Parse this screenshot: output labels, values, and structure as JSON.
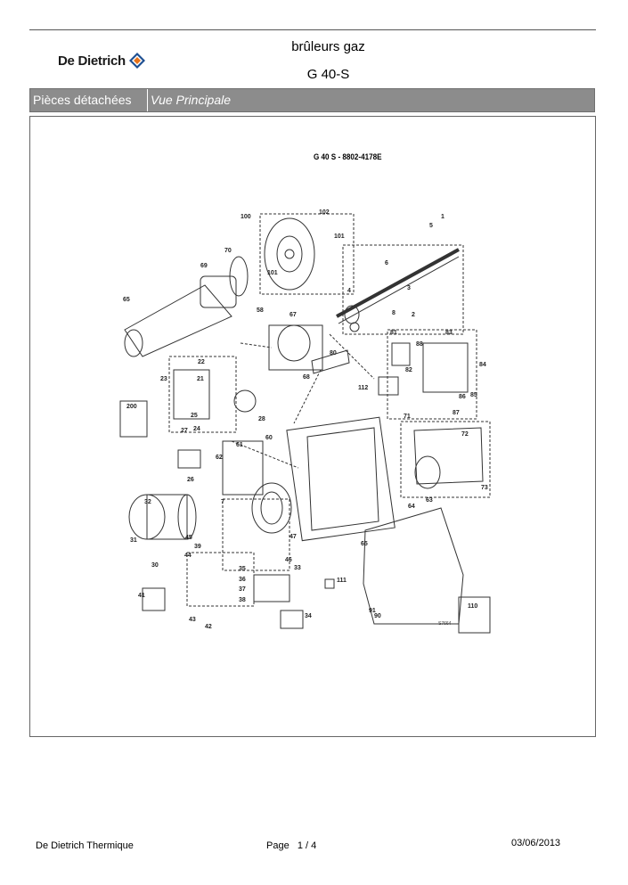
{
  "header": {
    "brand": "De Dietrich",
    "title": "brûleurs gaz",
    "subtitle": "G 40-S"
  },
  "section_bar": {
    "category": "Pièces détachées",
    "view": "Vue Principale"
  },
  "drawing": {
    "title": "G 40 S - 8802-4178E",
    "code": "S7664",
    "part_labels": [
      "100",
      "102",
      "101",
      "70",
      "69",
      "65",
      "101",
      "58",
      "67",
      "80",
      "68",
      "81",
      "83",
      "88",
      "82",
      "84",
      "112",
      "85",
      "86",
      "87",
      "22",
      "23",
      "21",
      "28",
      "200",
      "25",
      "27",
      "24",
      "26",
      "61",
      "60",
      "62",
      "7",
      "71",
      "72",
      "73",
      "64",
      "63",
      "65",
      "32",
      "31",
      "45",
      "30",
      "47",
      "39",
      "44",
      "35",
      "36",
      "37",
      "38",
      "46",
      "33",
      "41",
      "43",
      "42",
      "34",
      "111",
      "91",
      "90",
      "110",
      "5",
      "6",
      "3",
      "4",
      "8",
      "2",
      "1"
    ],
    "icons": [
      "burner-exploded-view"
    ]
  },
  "footer": {
    "company": "De Dietrich Thermique",
    "page_label": "Page",
    "page_number": "1 / 4",
    "date": "03/06/2013"
  },
  "colors": {
    "bar_background": "#8c8c8c",
    "logo_orange": "#e8731a",
    "logo_blue": "#1d4f91"
  }
}
